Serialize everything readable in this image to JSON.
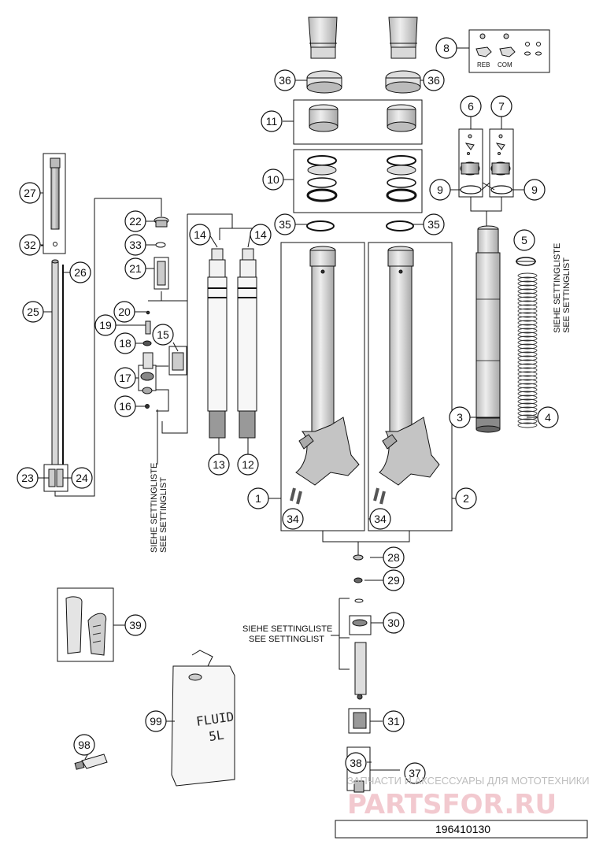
{
  "callouts": {
    "c1": "1",
    "c2": "2",
    "c3": "3",
    "c4": "4",
    "c5": "5",
    "c6": "6",
    "c7": "7",
    "c8": "8",
    "c9a": "9",
    "c9b": "9",
    "c10": "10",
    "c11": "11",
    "c12": "12",
    "c13": "13",
    "c14a": "14",
    "c14b": "14",
    "c15": "15",
    "c16": "16",
    "c17": "17",
    "c18": "18",
    "c19": "19",
    "c20": "20",
    "c21": "21",
    "c22": "22",
    "c23": "23",
    "c24": "24",
    "c25": "25",
    "c26": "26",
    "c27": "27",
    "c28": "28",
    "c29": "29",
    "c30": "30",
    "c31": "31",
    "c32": "32",
    "c33": "33",
    "c34a": "34",
    "c34b": "34",
    "c35a": "35",
    "c35b": "35",
    "c36a": "36",
    "c36b": "36",
    "c37": "37",
    "c38": "38",
    "c39": "39",
    "c98": "98",
    "c99": "99"
  },
  "notes": {
    "setting_de": "SIEHE SETTINGLISTE",
    "setting_en": "SEE SETTINGLIST"
  },
  "inset_labels": {
    "reb": "REB",
    "com": "COM"
  },
  "fluid": {
    "line1": "FLUID",
    "line2": "5L"
  },
  "watermark": {
    "caption": "ЗАПЧАСТИ И АКСЕССУАРЫ ДЛЯ МОТОТЕХНИКИ",
    "brand": "PARTSFOR.RU"
  },
  "footer": {
    "doc_number": "196410130"
  },
  "colors": {
    "line": "#111111",
    "tube_fill": "#c8c8c8",
    "tube_dark": "#8a8a8a",
    "watermark_brand": "#f2c9cf"
  }
}
